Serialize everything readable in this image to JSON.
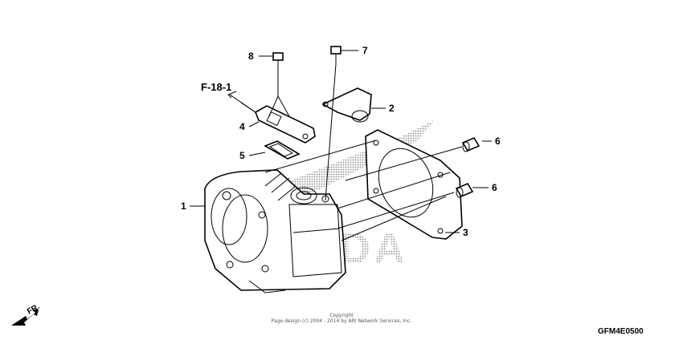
{
  "diagram": {
    "callouts": [
      {
        "id": "1",
        "label": "1"
      },
      {
        "id": "2",
        "label": "2"
      },
      {
        "id": "3",
        "label": "3"
      },
      {
        "id": "4",
        "label": "4"
      },
      {
        "id": "5",
        "label": "5"
      },
      {
        "id": "6a",
        "label": "6"
      },
      {
        "id": "6b",
        "label": "6"
      },
      {
        "id": "7",
        "label": "7"
      },
      {
        "id": "8",
        "label": "8"
      }
    ],
    "reference": "F-18-1",
    "front_marker": "FR.",
    "watermark": "HONDA",
    "copyright_line1": "Copyright",
    "copyright_line2": "Page design (c) 2004 - 2014 by ARI Network Services, Inc.",
    "drawing_code": "GFM4E0500"
  }
}
